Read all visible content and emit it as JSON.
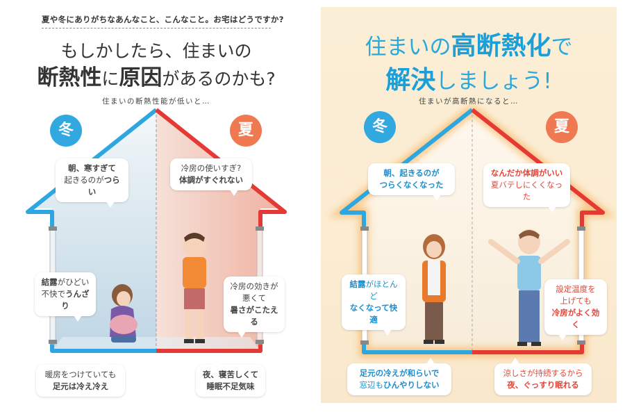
{
  "left": {
    "intro": "夏や冬にありがちなあんなこと、こんなこと。お宅はどうですか?",
    "headline_line1": "もしかしたら、住まいの",
    "headline_line2_parts": [
      "断熱性",
      "に",
      "原因",
      "があるのかも?"
    ],
    "subtitle": "住まいの断熱性能が低いと…",
    "winter_label": "冬",
    "summer_label": "夏",
    "bubbles": {
      "winter_top": [
        "朝、寒すぎて",
        "起きるのが",
        "つらい"
      ],
      "winter_mid": [
        "結露",
        "がひどい",
        "不快で",
        "うんざり"
      ],
      "winter_bottom": [
        "暖房をつけていても",
        "足元は冷え冷え"
      ],
      "summer_top": [
        "冷房の使いすぎ?",
        "体調がすぐれない"
      ],
      "summer_mid": [
        "冷房の効きが",
        "悪くて",
        "暑さがこたえる"
      ],
      "summer_bottom": [
        "夜、寝苦しくて",
        "睡眠不足気味"
      ]
    }
  },
  "right": {
    "headline_line1_parts": [
      "住まいの",
      "高断熱化",
      "で"
    ],
    "headline_line2_parts": [
      "解決",
      "しましょう!"
    ],
    "subtitle": "住まいが高断熱になると…",
    "winter_label": "冬",
    "summer_label": "夏",
    "bubbles": {
      "winter_top": [
        "朝、起きるのが",
        "つらくなくなった"
      ],
      "winter_mid": [
        "結露",
        "がほとんど",
        "なくなって快適"
      ],
      "winter_bottom": [
        "足元の冷えが和らいで",
        "窓辺も",
        "ひんやりしない"
      ],
      "summer_top": [
        "なんだか体調がいい",
        "夏バテしにくくなった"
      ],
      "summer_mid": [
        "設定温度を",
        "上げても",
        "冷房がよく効く"
      ],
      "summer_bottom": [
        "涼しさが持続するから",
        "夜、ぐっすり眠れる"
      ]
    }
  },
  "colors": {
    "winter_blue": "#2ea7e0",
    "summer_red": "#e53935",
    "winter_badge": "#31a9e0",
    "summer_badge": "#ef7a52",
    "accent_text_blue": "#1a8fcf",
    "accent_text_red": "#e2463a",
    "right_bg": "#fbeed6"
  }
}
